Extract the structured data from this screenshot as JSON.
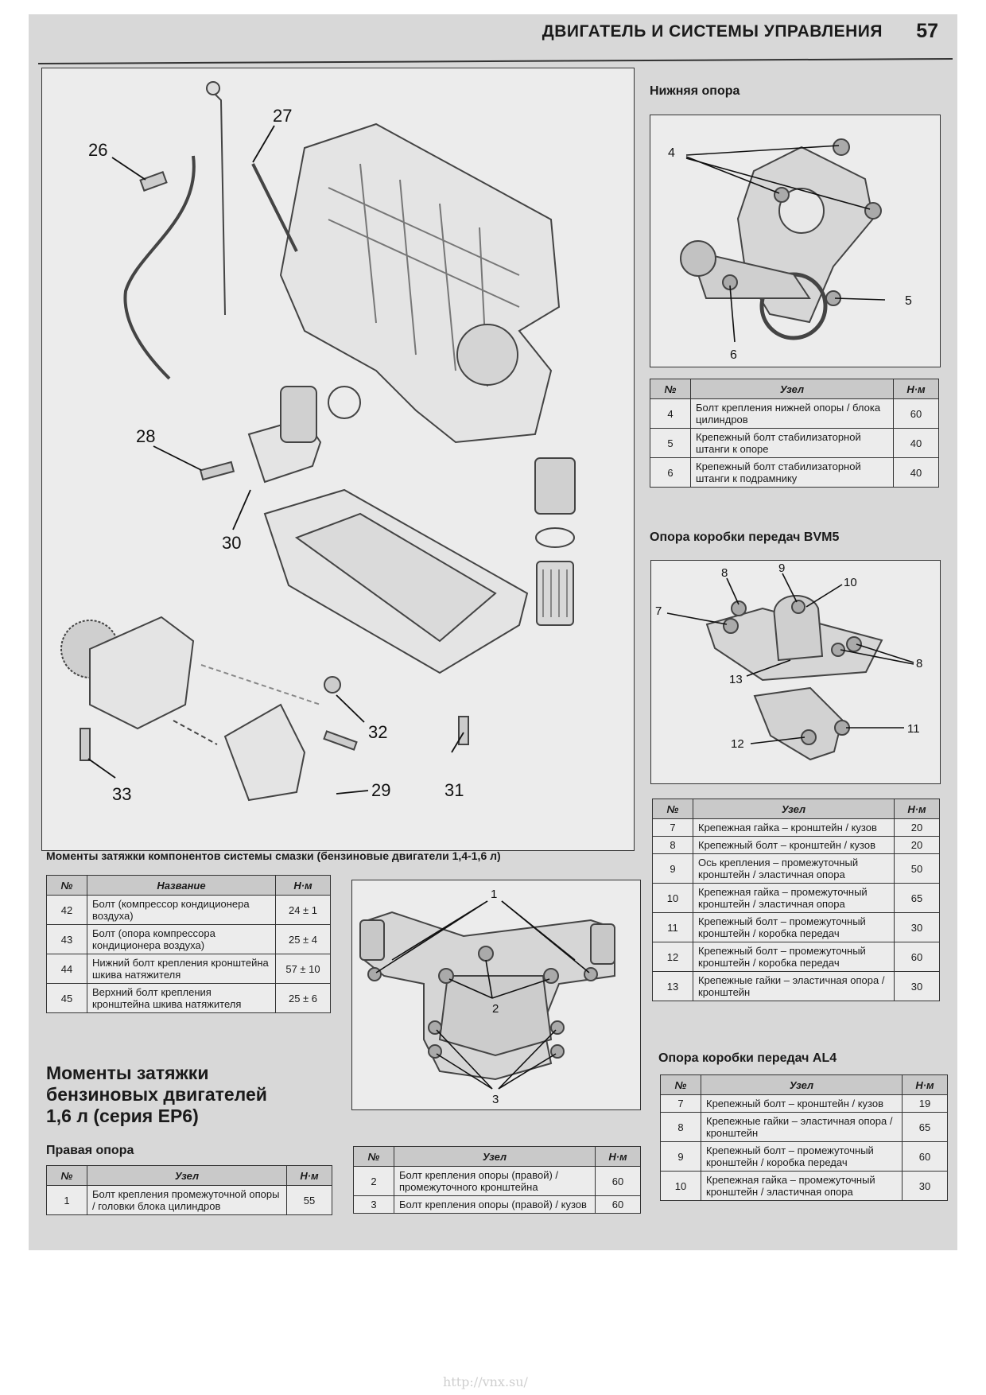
{
  "header": {
    "title": "ДВИГАТЕЛЬ И СИСТЕМЫ УПРАВЛЕНИЯ",
    "page_number": "57"
  },
  "fig_main": {
    "callouts": [
      "26",
      "27",
      "28",
      "30",
      "32",
      "29",
      "31",
      "33"
    ]
  },
  "lower_mount": {
    "title": "Нижняя опора",
    "callouts": [
      "4",
      "5",
      "6"
    ],
    "table": {
      "headers": [
        "№",
        "Узел",
        "Н·м"
      ],
      "rows": [
        [
          "4",
          "Болт крепления нижней опоры / блока цилиндров",
          "60"
        ],
        [
          "5",
          "Крепежный болт стабилизаторной штанги к опоре",
          "40"
        ],
        [
          "6",
          "Крепежный болт стабилизаторной штанги к подрамнику",
          "40"
        ]
      ]
    }
  },
  "bvm5": {
    "title": "Опора коробки передач BVM5",
    "callouts": [
      "8",
      "9",
      "10",
      "7",
      "8",
      "13",
      "11",
      "12"
    ],
    "table": {
      "headers": [
        "№",
        "Узел",
        "Н·м"
      ],
      "rows": [
        [
          "7",
          "Крепежная гайка – кронштейн / кузов",
          "20"
        ],
        [
          "8",
          "Крепежный болт – кронштейн / кузов",
          "20"
        ],
        [
          "9",
          "Ось крепления – промежуточный кронштейн / эластичная опора",
          "50"
        ],
        [
          "10",
          "Крепежная гайка – промежуточный кронштейн / эластичная опора",
          "65"
        ],
        [
          "11",
          "Крепежный болт – промежуточный кронштейн / коробка передач",
          "30"
        ],
        [
          "12",
          "Крепежный болт – промежуточный кронштейн / коробка передач",
          "60"
        ],
        [
          "13",
          "Крепежные гайки – эластичная опора / кронштейн",
          "30"
        ]
      ]
    }
  },
  "al4": {
    "title": "Опора коробки передач AL4",
    "table": {
      "headers": [
        "№",
        "Узел",
        "Н·м"
      ],
      "rows": [
        [
          "7",
          "Крепежный болт – кронштейн / кузов",
          "19"
        ],
        [
          "8",
          "Крепежные гайки – эластичная опора / кронштейн",
          "65"
        ],
        [
          "9",
          "Крепежный болт – промежуточный кронштейн / коробка передач",
          "60"
        ],
        [
          "10",
          "Крепежная гайка – промежуточный кронштейн / эластичная опора",
          "30"
        ]
      ]
    }
  },
  "lubrication": {
    "caption": "Моменты затяжки компонентов системы смазки (бензиновые двигатели 1,4-1,6 л)",
    "table": {
      "headers": [
        "№",
        "Название",
        "Н·м"
      ],
      "rows": [
        [
          "42",
          "Болт (компрессор кондиционера воздуха)",
          "24 ± 1"
        ],
        [
          "43",
          "Болт (опора компрессора кондиционера воздуха)",
          "25 ± 4"
        ],
        [
          "44",
          "Нижний болт крепления кронштейна шкива натяжителя",
          "57 ± 10"
        ],
        [
          "45",
          "Верхний болт крепления кронштейна шкива натяжителя",
          "25 ± 6"
        ]
      ]
    }
  },
  "ep6": {
    "heading": [
      "Моменты затяжки",
      "бензиновых двигателей",
      "1,6 л (серия EP6)"
    ]
  },
  "right_mount": {
    "title": "Правая опора",
    "table": {
      "headers": [
        "№",
        "Узел",
        "Н·м"
      ],
      "rows": [
        [
          "1",
          "Болт крепления промежуточной опоры / головки блока цилиндров",
          "55"
        ]
      ]
    }
  },
  "middle_fig": {
    "callouts": [
      "1",
      "2",
      "3"
    ]
  },
  "middle_table": {
    "headers": [
      "№",
      "Узел",
      "Н·м"
    ],
    "rows": [
      [
        "2",
        "Болт крепления опоры (правой) / промежуточного кронштейна",
        "60"
      ],
      [
        "3",
        "Болт крепления опоры (правой) / кузов",
        "60"
      ]
    ]
  },
  "watermark": "http://vnx.su/"
}
